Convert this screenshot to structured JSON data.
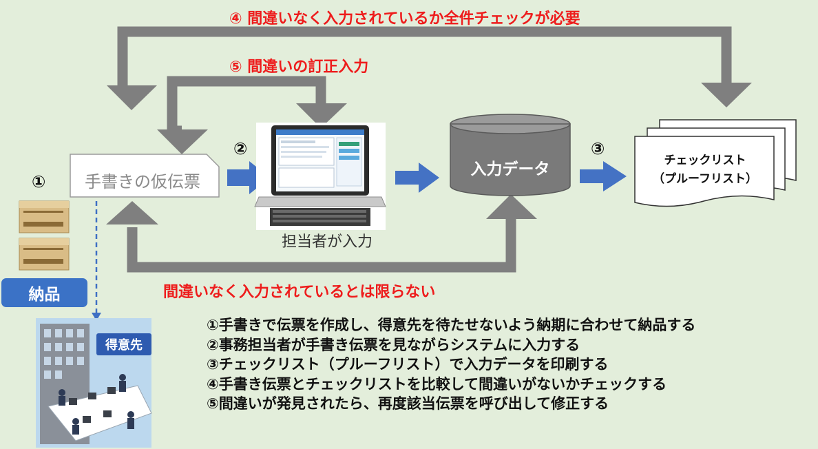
{
  "labels": {
    "step4_top": "④  間違いなく入力されているか全件チェックが必要",
    "step5_top": "⑤  間違いの訂正入力",
    "warning_bottom": "間違いなく入力されているとは限らない"
  },
  "nodes": {
    "handwritten_slip": "手書きの仮伝票",
    "operator": "担当者が入力",
    "input_data": "入力データ",
    "checklist_line1": "チェックリスト",
    "checklist_line2": "（プルーフリスト）",
    "delivery": "納品",
    "customer": "得意先"
  },
  "markers": {
    "m1": "①",
    "m2": "②",
    "m3": "③"
  },
  "notes": [
    "①手書きで伝票を作成し、得意先を待たせないよう納期に合わせて納品する",
    "②事務担当者が手書き伝票を見ながらシステムに入力する",
    "③チェックリスト（プルーフリスト）で入力データを印刷する",
    "④手書き伝票とチェックリストを比較して間違いがないかチェックする",
    "⑤間違いが発見されたら、再度該当伝票を呼び出して修正する"
  ],
  "colors": {
    "background": "#e3eedb",
    "loop_arrow": "#7f7f7f",
    "flow_arrow": "#4472c4",
    "highlight": "#ee1c1c",
    "database": "#7a7a7a"
  }
}
